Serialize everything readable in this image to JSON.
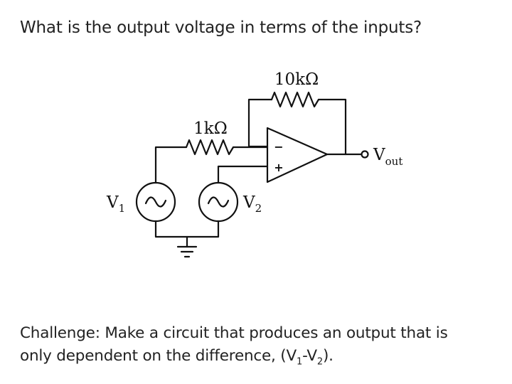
{
  "question": "What is the output voltage in terms of the inputs?",
  "circuit": {
    "feedback_resistor": "10kΩ",
    "input_resistor": "1kΩ",
    "inverting_sign": "−",
    "noninverting_sign": "+",
    "source1_name": "V",
    "source1_sub": "1",
    "source2_name": "V",
    "source2_sub": "2",
    "output_name": "V",
    "output_sub": "out"
  },
  "challenge": {
    "line1": "Challenge: Make a circuit that produces an output that is",
    "line2_prefix": "only dependent on the difference, (V",
    "sub1": "1",
    "mid": "-V",
    "sub2": "2",
    "suffix": ")."
  }
}
